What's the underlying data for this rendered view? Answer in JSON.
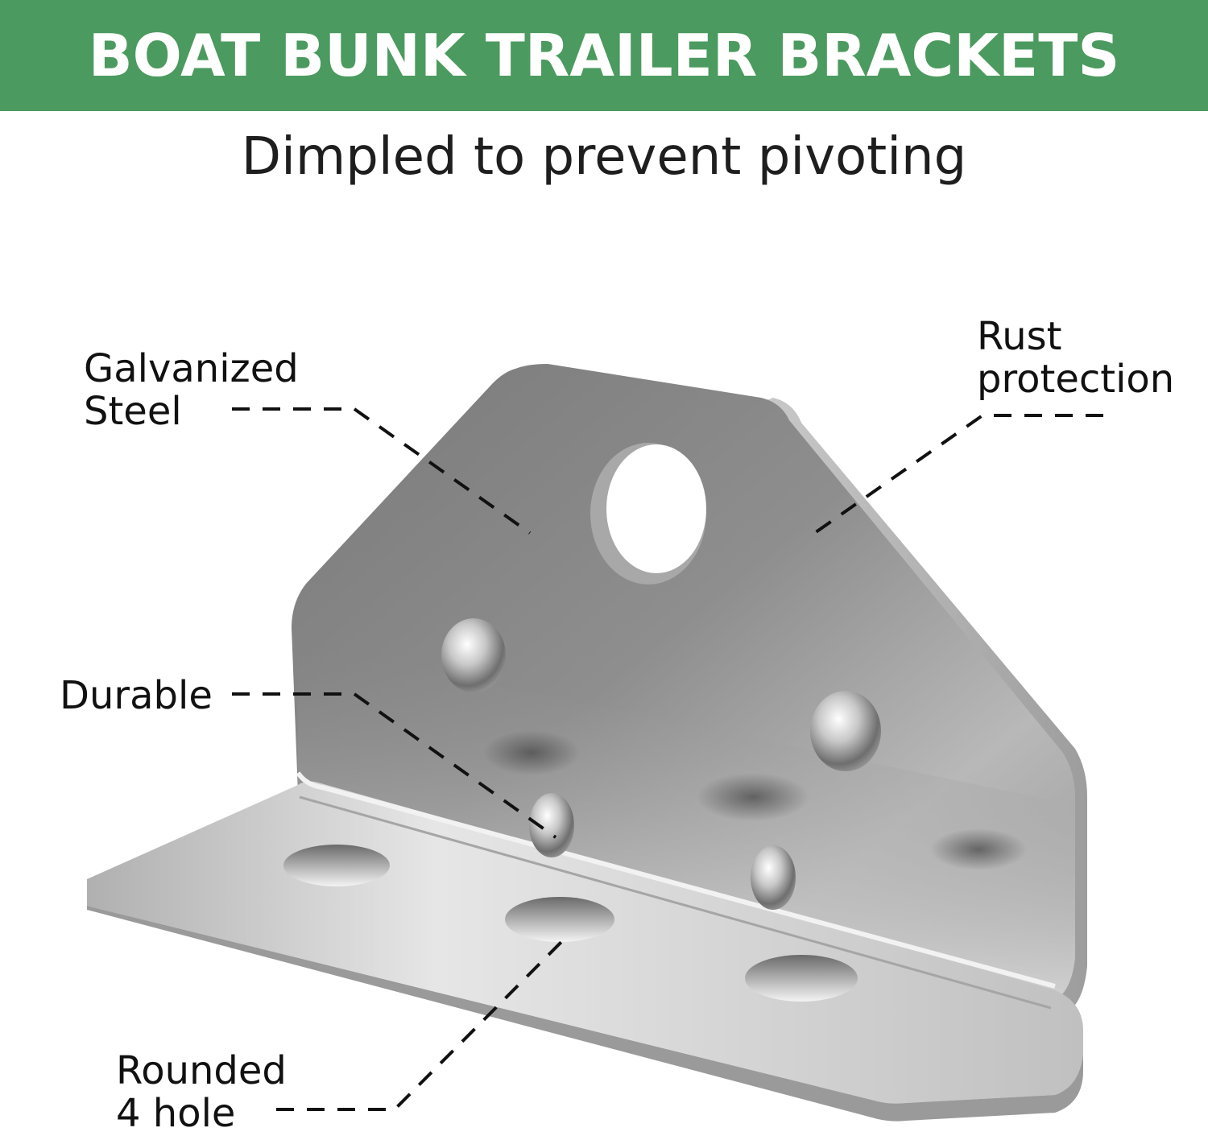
{
  "banner": {
    "title": "BOAT BUNK TRAILER BRACKETS",
    "background_color": "#4b9a5f",
    "text_color": "#ffffff"
  },
  "subtitle": "Dimpled to prevent pivoting",
  "illustration": {
    "subject": "bracket-product-image",
    "metal_colors": {
      "vertical_plate": "#8a8a8a",
      "base_plate": "#d0d0d0",
      "edge": "#b5b5b5",
      "shadow": "#5a5a5a"
    }
  },
  "callouts": {
    "galvanized": {
      "line1": "Galvanized",
      "line2": "Steel"
    },
    "rust": {
      "line1": "Rust",
      "line2": "protection"
    },
    "durable": {
      "line1": "Durable"
    },
    "rounded": {
      "line1": "Rounded",
      "line2": "4 hole"
    }
  },
  "leader_line_color": "#111111"
}
